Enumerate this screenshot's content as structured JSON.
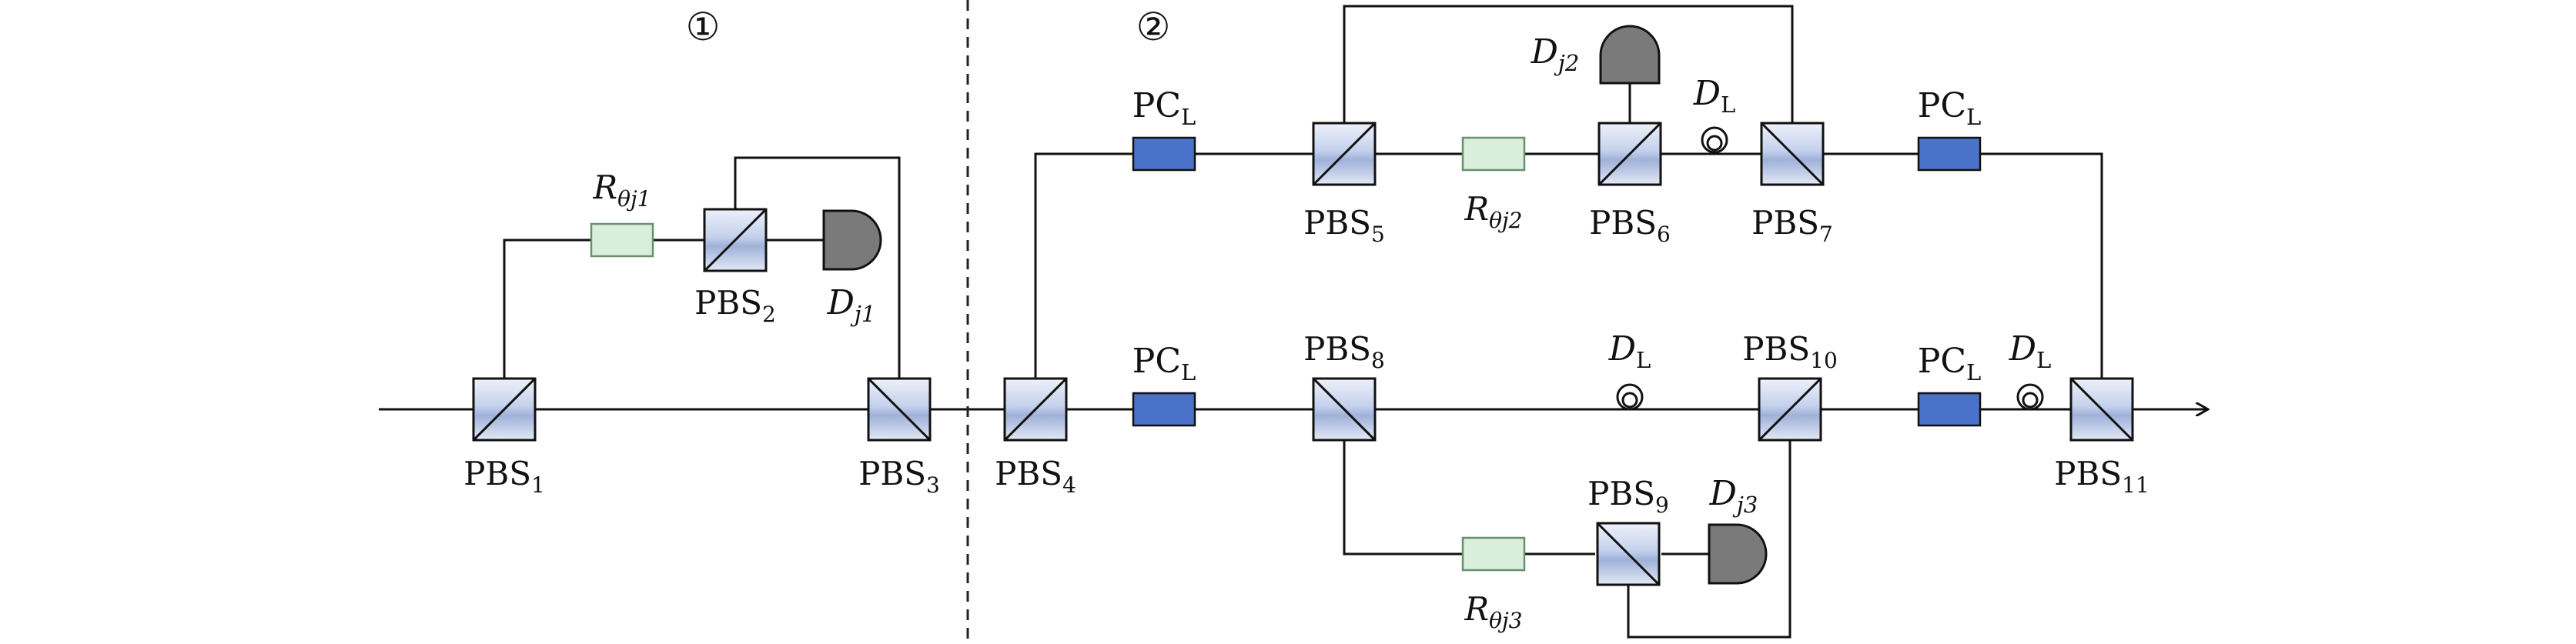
{
  "colors": {
    "line": "#111111",
    "pbs_fill_light": "#e6ebf7",
    "pbs_fill_dark": "#9fb1d9",
    "pc_fill": "#4a72c9",
    "rotator_fill": "#d9efdc",
    "rotator_stroke": "#6a8f6f",
    "detector_fill": "#7a7a7a",
    "dashed_divider": "#222222"
  },
  "sections": [
    {
      "id": "s1",
      "label": "①"
    },
    {
      "id": "s2",
      "label": "②"
    }
  ],
  "pbs": [
    {
      "id": "pbs1",
      "base": "PBS",
      "sub": "1"
    },
    {
      "id": "pbs2",
      "base": "PBS",
      "sub": "2"
    },
    {
      "id": "pbs3",
      "base": "PBS",
      "sub": "3"
    },
    {
      "id": "pbs4",
      "base": "PBS",
      "sub": "4"
    },
    {
      "id": "pbs5",
      "base": "PBS",
      "sub": "5"
    },
    {
      "id": "pbs6",
      "base": "PBS",
      "sub": "6"
    },
    {
      "id": "pbs7",
      "base": "PBS",
      "sub": "7"
    },
    {
      "id": "pbs8",
      "base": "PBS",
      "sub": "8"
    },
    {
      "id": "pbs9",
      "base": "PBS",
      "sub": "9"
    },
    {
      "id": "pbs10",
      "base": "PBS",
      "sub": "10"
    },
    {
      "id": "pbs11",
      "base": "PBS",
      "sub": "11"
    }
  ],
  "pc": [
    {
      "id": "pc_top_left",
      "base": "PC",
      "sub": "L"
    },
    {
      "id": "pc_top_right",
      "base": "PC",
      "sub": "L"
    },
    {
      "id": "pc_mid_left",
      "base": "PC",
      "sub": "L"
    },
    {
      "id": "pc_mid_right",
      "base": "PC",
      "sub": "L"
    }
  ],
  "rotators": [
    {
      "id": "r1",
      "base": "R",
      "sub": "θj1"
    },
    {
      "id": "r2",
      "base": "R",
      "sub": "θj2"
    },
    {
      "id": "r3",
      "base": "R",
      "sub": "θj3"
    }
  ],
  "detectors": [
    {
      "id": "dj1",
      "base": "D",
      "sub": "j1"
    },
    {
      "id": "dj2",
      "base": "D",
      "sub": "j2"
    },
    {
      "id": "dj3",
      "base": "D",
      "sub": "j3"
    }
  ],
  "delays": [
    {
      "id": "dl_top",
      "base": "D",
      "sub": "L"
    },
    {
      "id": "dl_mid",
      "base": "D",
      "sub": "L"
    },
    {
      "id": "dl_out",
      "base": "D",
      "sub": "L"
    }
  ]
}
